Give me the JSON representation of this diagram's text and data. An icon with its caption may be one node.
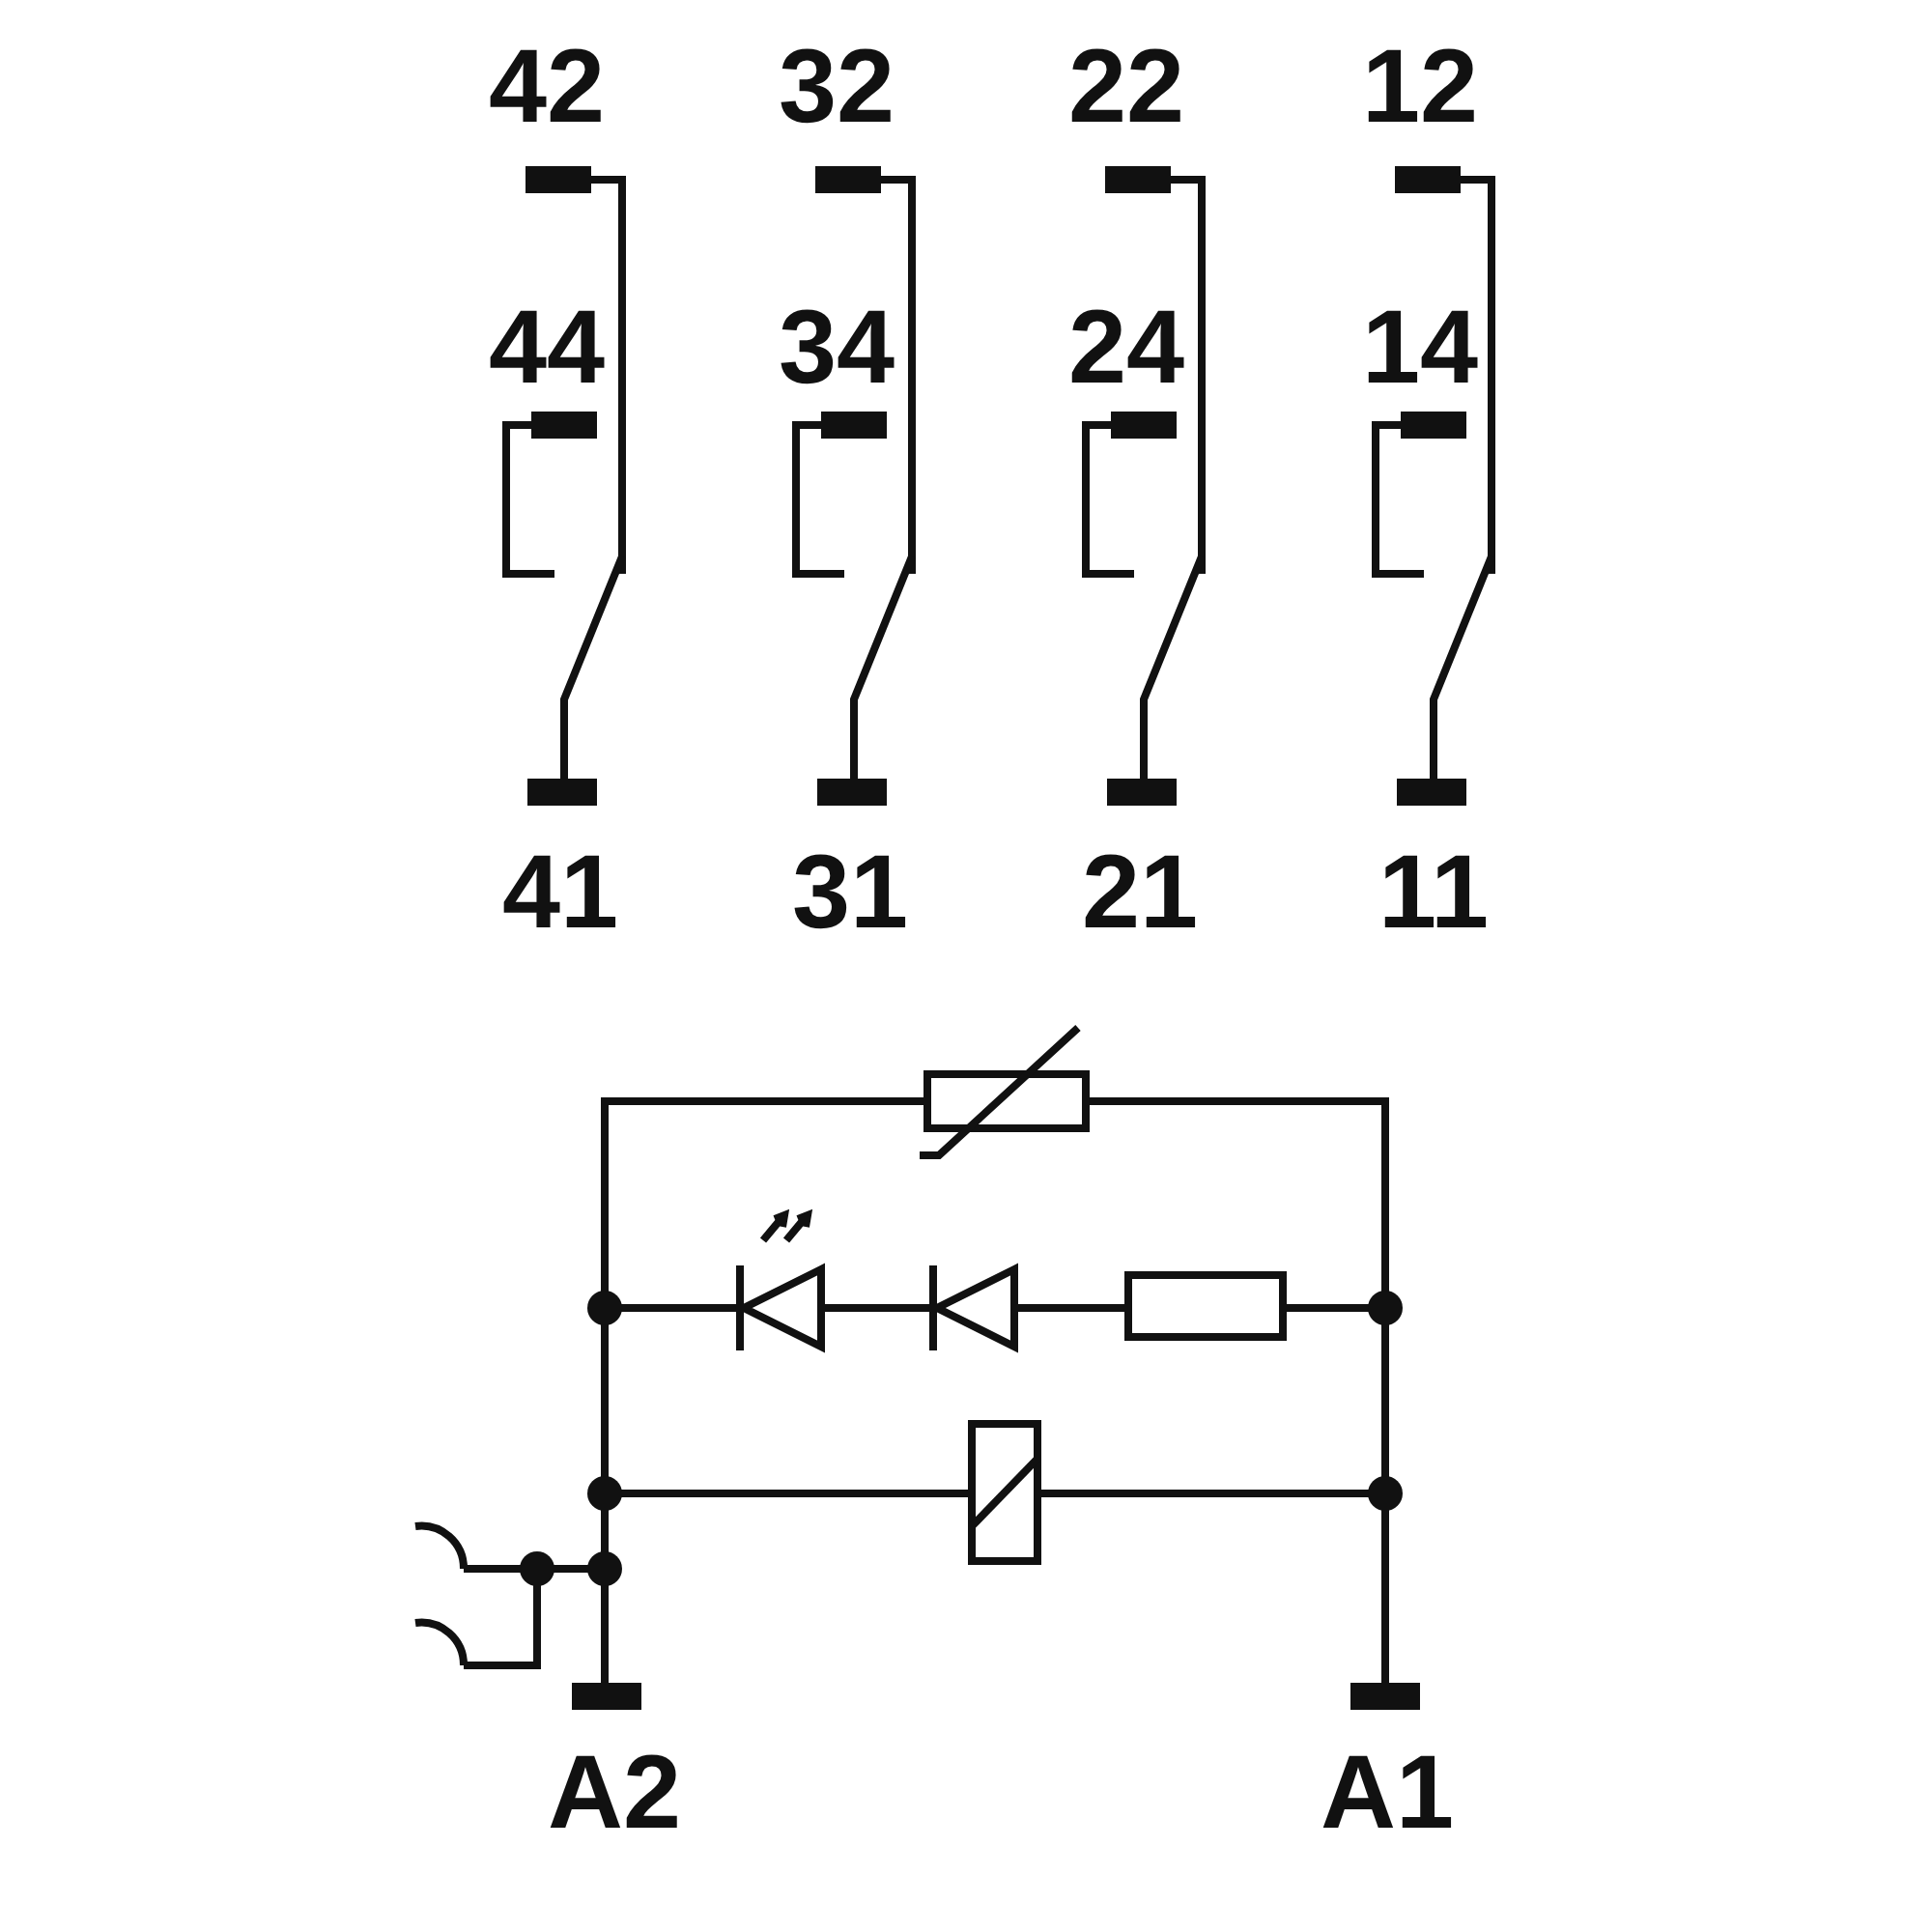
{
  "diagram": {
    "labels": [
      "42",
      "32",
      "22",
      "12",
      "44",
      "34",
      "24",
      "14",
      "41",
      "31",
      "21",
      "11",
      "A2",
      "A1"
    ]
  }
}
